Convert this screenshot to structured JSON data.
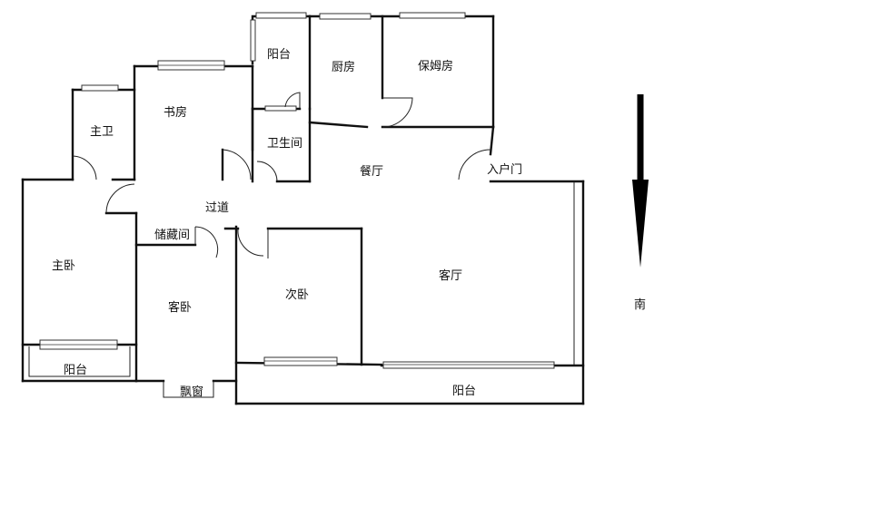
{
  "rooms": {
    "balcony_top": "阳台",
    "kitchen": "厨房",
    "nanny_room": "保姆房",
    "study": "书房",
    "master_bath": "主卫",
    "bathroom": "卫生间",
    "dining": "餐厅",
    "entrance_door": "入户门",
    "corridor": "过道",
    "storage": "储藏间",
    "master_bedroom": "主卧",
    "guest_bedroom": "客卧",
    "second_bedroom": "次卧",
    "living_room": "客厅",
    "balcony_master": "阳台",
    "bay_window": "飘窗",
    "balcony_living": "阳台"
  },
  "compass": {
    "direction_label": "南"
  }
}
